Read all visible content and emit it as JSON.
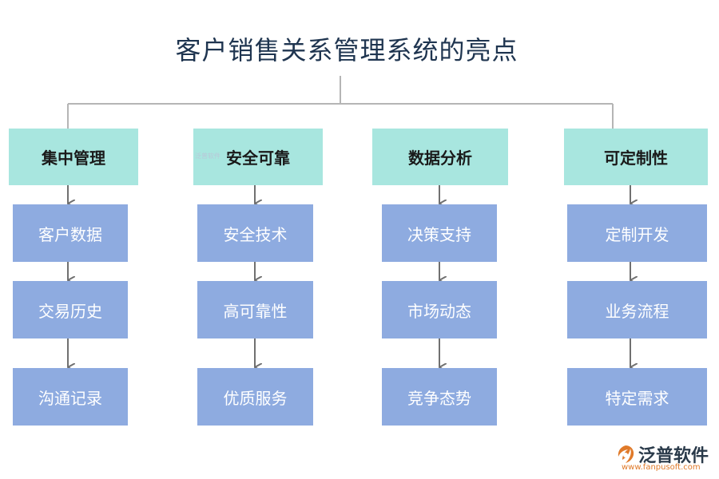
{
  "title": "客户销售关系管理系统的亮点",
  "columns": [
    {
      "category": "集中管理",
      "items": [
        "客户数据",
        "交易历史",
        "沟通记录"
      ]
    },
    {
      "category": "安全可靠",
      "items": [
        "安全技术",
        "高可靠性",
        "优质服务"
      ]
    },
    {
      "category": "数据分析",
      "items": [
        "决策支持",
        "市场动态",
        "竞争态势"
      ]
    },
    {
      "category": "可定制性",
      "items": [
        "定制开发",
        "业务流程",
        "特定需求"
      ]
    }
  ],
  "watermark": {
    "small_text": "泛普软件",
    "logo_text": "泛普软件",
    "url": "www.fanpusoft.com"
  },
  "colors": {
    "category_fill": "#a8e6df",
    "item_fill": "#8eabe0",
    "connector": "#b5b5b5",
    "arrow": "#707070",
    "title": "#1f3550"
  }
}
